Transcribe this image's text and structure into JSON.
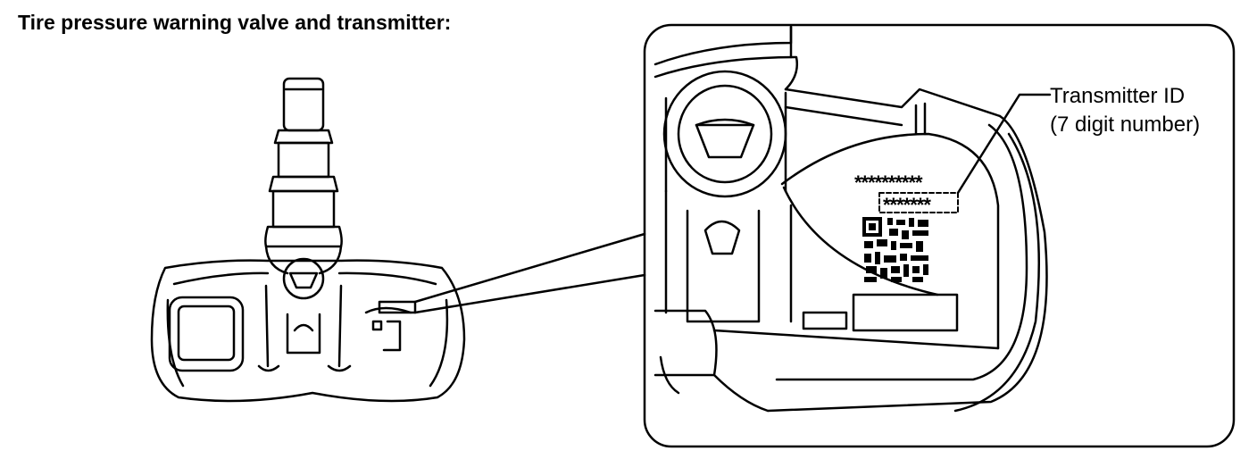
{
  "title": "Tire pressure warning valve and transmitter:",
  "callout": {
    "line1": "Transmitter ID",
    "line2": "(7 digit number)"
  },
  "label_text": {
    "serial_masked": "**********",
    "id_masked": "*******"
  },
  "colors": {
    "ink": "#000000",
    "background": "#ffffff"
  },
  "icons": [
    "qr-code-icon"
  ]
}
